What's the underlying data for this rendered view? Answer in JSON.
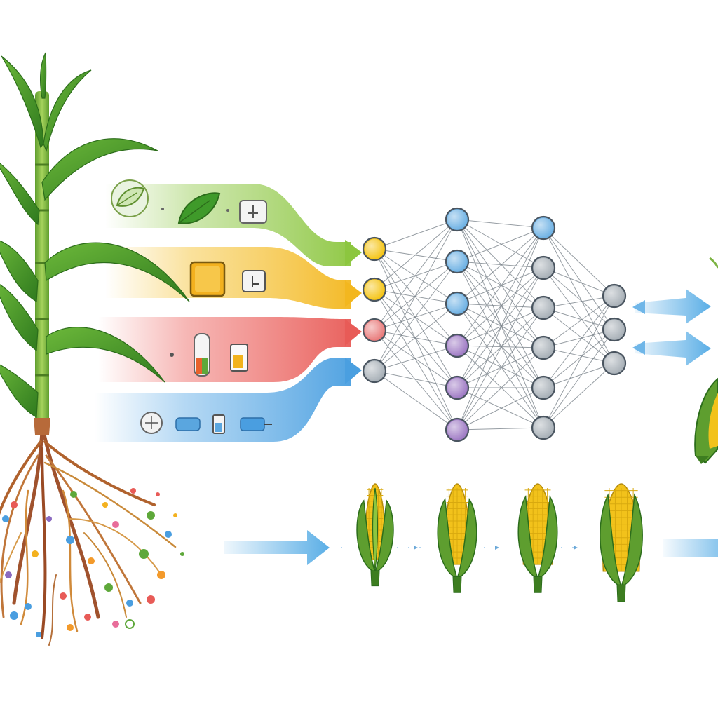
{
  "colors": {
    "background": "#ffffff",
    "leaf": "#4f9a32",
    "leaf_light": "#8cc63f",
    "stem": "#7cb342",
    "root": "#a0522d",
    "band_green": "#a5d36b",
    "band_yellow": "#f6c94a",
    "band_red": "#ee6e6a",
    "band_blue": "#5aa9e6",
    "node_yellow": "#f5c518",
    "node_red": "#e97c7c",
    "node_gray": "#a9b1b8",
    "node_blue": "#6fb2e4",
    "node_purple": "#a07cc5",
    "arrow_blue": "#5aaee6",
    "corn_kernel": "#f2c21b",
    "corn_husk": "#5e9e2f"
  },
  "plant": {
    "icon": "corn-plant-icon",
    "root_icon": "root-system-icon"
  },
  "input_bands": [
    {
      "color_key": "band_green",
      "icons": [
        "leaf-outline-icon",
        "leaf-icon",
        "sensor-box-icon"
      ]
    },
    {
      "color_key": "band_yellow",
      "icons": [
        "yellow-square-icon",
        "sensor-box-icon"
      ]
    },
    {
      "color_key": "band_red",
      "icons": [
        "test-tube-icon",
        "sample-vial-icon"
      ]
    },
    {
      "color_key": "band_blue",
      "icons": [
        "gauge-icon",
        "pill-sensor-icon",
        "vial-icon",
        "probe-icon"
      ]
    }
  ],
  "network": {
    "layers": [
      {
        "colors": [
          "node_yellow",
          "node_yellow",
          "node_red",
          "node_gray"
        ]
      },
      {
        "colors": [
          "node_blue",
          "node_blue",
          "node_blue",
          "node_purple",
          "node_purple",
          "node_purple"
        ]
      },
      {
        "colors": [
          "node_blue",
          "node_gray",
          "node_gray",
          "node_gray",
          "node_gray",
          "node_gray"
        ]
      },
      {
        "colors": [
          "node_gray",
          "node_gray",
          "node_gray"
        ]
      }
    ]
  },
  "corn_growth_stages": [
    {
      "icon": "corn-cob-stage-1-icon",
      "ripeness": 0.25
    },
    {
      "icon": "corn-cob-stage-2-icon",
      "ripeness": 0.5
    },
    {
      "icon": "corn-cob-stage-3-icon",
      "ripeness": 0.75
    },
    {
      "icon": "corn-cob-stage-4-icon",
      "ripeness": 1.0
    }
  ]
}
